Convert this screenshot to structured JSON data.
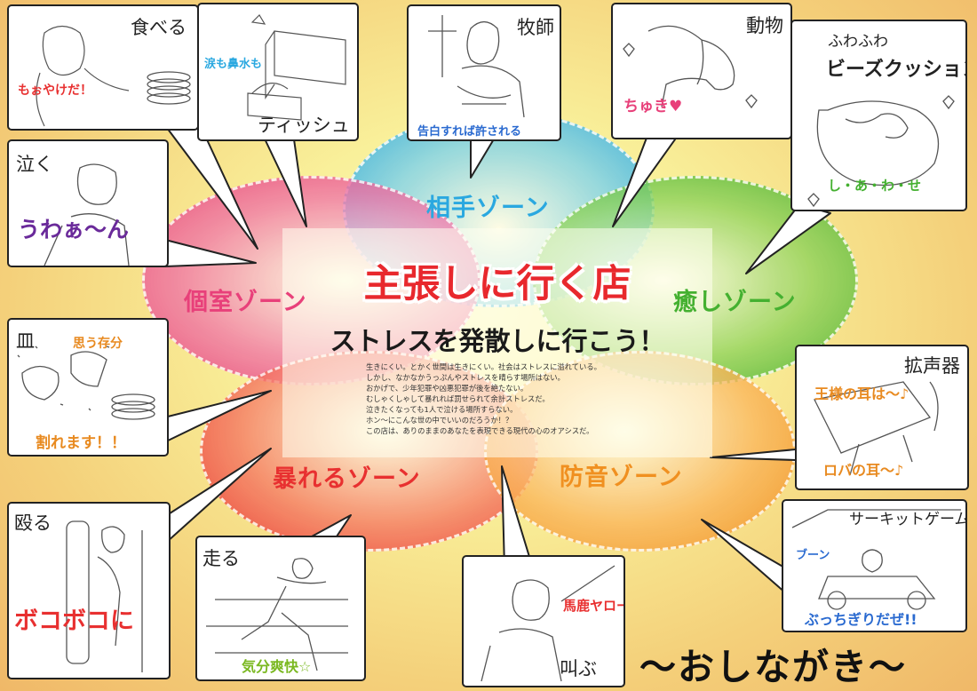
{
  "center": {
    "title": "主張しに行く店",
    "subtitle": "ストレスを発散しに行こう！",
    "body": [
      "生きにくい。とかく世間は生きにくい。社会はストレスに溢れている。",
      "しかし、なかなかうっぷんやストレスを晴らす場所はない。",
      "おかげで、少年犯罪や凶悪犯罪が後を絶たない。",
      "むしゃくしゃして暴れれば罰せられて余計ストレスだ。",
      "泣きたくなっても1人で泣ける場所すらない。",
      "ホン～にこんな世の中でいいのだろうか！？",
      "この店は、ありのままのあなたを表現できる現代の心のオアシスだ。"
    ]
  },
  "zones": {
    "aite": "相手ゾーン",
    "koshitsu": "個室ゾーン",
    "iyashi": "癒しゾーン",
    "abareru": "暴れるゾーン",
    "boon": "防音ゾーン"
  },
  "panels": {
    "taberu": {
      "title": "食べる",
      "text": "もぉやけだ！"
    },
    "tissue": {
      "title": "ティッシュ",
      "text": "涙も鼻水も"
    },
    "bokushi": {
      "title": "牧師",
      "text": "告白すれば許される"
    },
    "doubutsu": {
      "title": "動物",
      "text": "ちゅき♥"
    },
    "cushion": {
      "title": "ふわふわ",
      "title2": "ビーズクッション",
      "text": "し・あ・わ・せ"
    },
    "naku": {
      "title": "泣く",
      "text": "うわぁ～ん"
    },
    "sara": {
      "title": "皿",
      "text": "思う存分",
      "text2": "割れます！！"
    },
    "kakuseiki": {
      "title": "拡声器",
      "text": "王様の耳は～♪",
      "text2": "ロバの耳～♪"
    },
    "naguru": {
      "title": "殴る",
      "text": "ボコボコに"
    },
    "hashiru": {
      "title": "走る",
      "text": "気分爽快☆"
    },
    "sakebu": {
      "title": "叫ぶ",
      "text": "馬鹿ヤロー!!"
    },
    "circuit": {
      "title": "サーキットゲーム",
      "text": "ブーン",
      "text2": "ぶっちぎりだぜ!!"
    }
  },
  "footer": "～おしながき～",
  "colors": {
    "aite": "#2aa8e0",
    "koshitsu": "#e8407a",
    "iyashi": "#44b030",
    "abareru": "#e83030",
    "boon": "#f09020",
    "title_red": "#e8282d",
    "purple": "#6a2a9a",
    "orange": "#e88a20",
    "green": "#7ab820",
    "blue": "#2a6ad0"
  }
}
